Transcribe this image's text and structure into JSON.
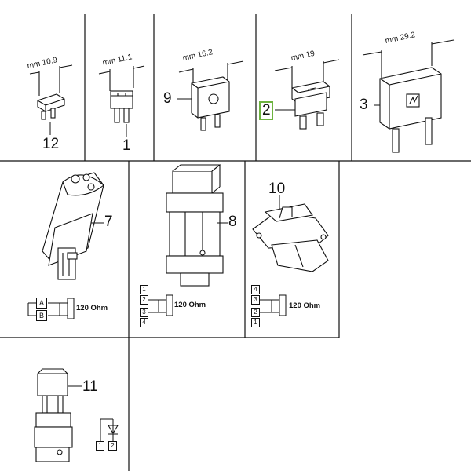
{
  "top_row": {
    "dims": [
      "mm 10.9",
      "mm 11.1",
      "mm 16.2",
      "mm 19",
      "mm 29.2"
    ],
    "labels": [
      "12",
      "1",
      "9",
      "2",
      "3"
    ]
  },
  "middle_row": {
    "labels": [
      "7",
      "8",
      "10"
    ],
    "schematic_7": {
      "pins": [
        "A",
        "B"
      ],
      "resistor": "120 Ohm"
    },
    "schematic_8": {
      "pins": [
        "1",
        "2",
        "3",
        "4"
      ],
      "resistor": "120 Ohm"
    },
    "schematic_10": {
      "pins": [
        "4",
        "3",
        "2",
        "1"
      ],
      "resistor": "120 Ohm"
    }
  },
  "bottom_row": {
    "labels": [
      "11"
    ],
    "diode_pins": [
      "1",
      "2"
    ]
  },
  "highlight_color": "#6db33f",
  "selected_item": "2"
}
